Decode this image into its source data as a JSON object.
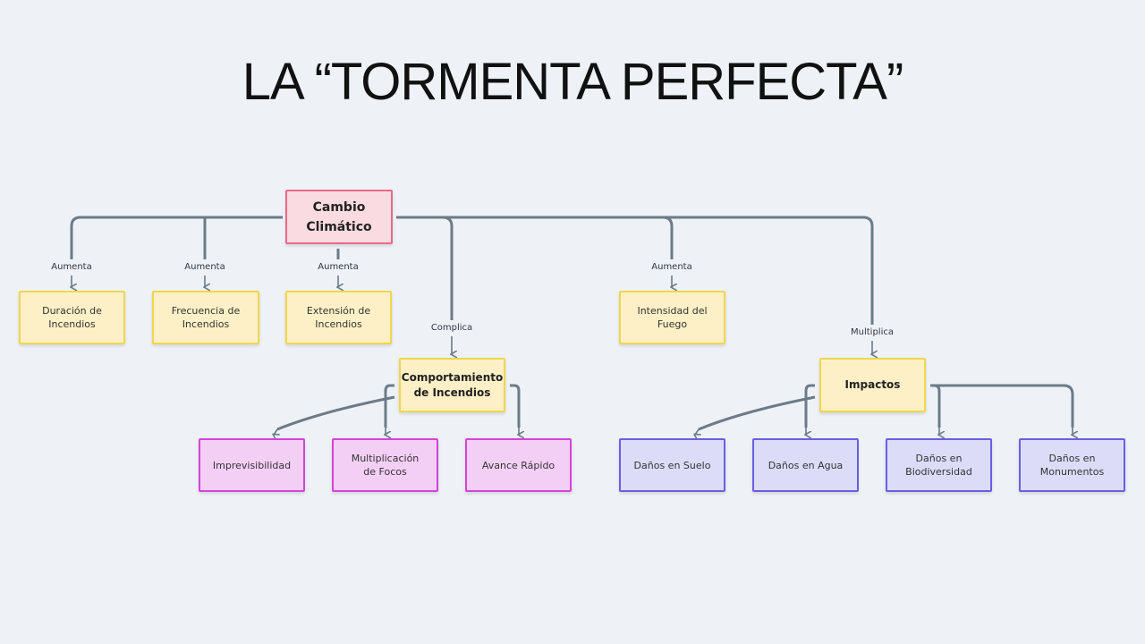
{
  "title": "LA “TORMENTA PERFECTA”",
  "nodes": {
    "cambio": "Cambio Climático",
    "duracion": "Duración de Incendios",
    "frecuencia": "Frecuencia de Incendios",
    "extension": "Extensión de Incendios",
    "intensidad": "Intensidad del Fuego",
    "comportamiento": "Comportamiento de Incendios",
    "impactos": "Impactos",
    "imprevisibilidad": "Imprevisibilidad",
    "multiplicacion": "Multiplicación de Focos",
    "avance": "Avance Rápido",
    "suelo": "Daños en Suelo",
    "agua": "Daños en Agua",
    "biodiversidad": "Daños en Biodiversidad",
    "monumentos": "Daños en Monumentos"
  },
  "edge_labels": {
    "aumenta_duracion": "Aumenta",
    "aumenta_frecuencia": "Aumenta",
    "aumenta_extension": "Aumenta",
    "aumenta_intensidad": "Aumenta",
    "complica": "Complica",
    "multiplica": "Multiplica"
  },
  "colors": {
    "root": "#fadbe1",
    "cause": "#fdf0c6",
    "behavior": "#f4cff5",
    "impact": "#dcdcf9",
    "connector": "#6b7b88"
  }
}
